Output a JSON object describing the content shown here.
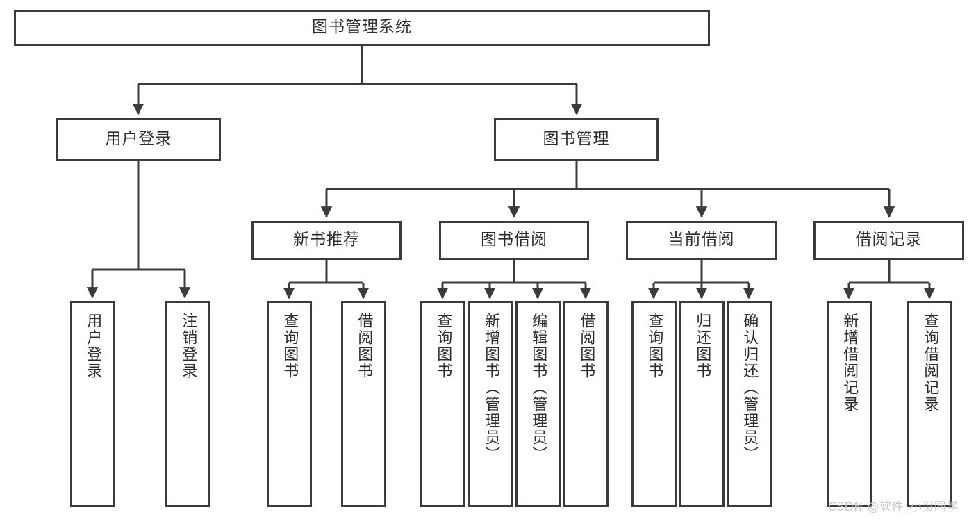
{
  "diagram": {
    "title": "图书管理系统",
    "type": "tree",
    "watermark": "CSDN @软件_小贺同学",
    "colors": {
      "border": "#3b3b3b",
      "text": "#2d2d2d",
      "background": "#ffffff",
      "watermark": "#c9c9c9"
    },
    "root": {
      "label": "图书管理系统"
    },
    "level2": [
      {
        "label": "用户登录"
      },
      {
        "label": "图书管理"
      }
    ],
    "level3": [
      {
        "label": "新书推荐"
      },
      {
        "label": "图书借阅"
      },
      {
        "label": "当前借阅"
      },
      {
        "label": "借阅记录"
      }
    ],
    "leaves": {
      "user_login": [
        {
          "label": "用户登录"
        },
        {
          "label": "注销登录"
        }
      ],
      "new_book": [
        {
          "label": "查询图书"
        },
        {
          "label": "借阅图书"
        }
      ],
      "borrow_book": [
        {
          "label": "查询图书"
        },
        {
          "label": "新增图书（管理员）"
        },
        {
          "label": "编辑图书（管理员）"
        },
        {
          "label": "借阅图书"
        }
      ],
      "current_borrow": [
        {
          "label": "查询图书"
        },
        {
          "label": "归还图书"
        },
        {
          "label": "确认归还（管理员）"
        }
      ],
      "borrow_record": [
        {
          "label": "新增借阅记录"
        },
        {
          "label": "查询借阅记录"
        }
      ]
    }
  }
}
